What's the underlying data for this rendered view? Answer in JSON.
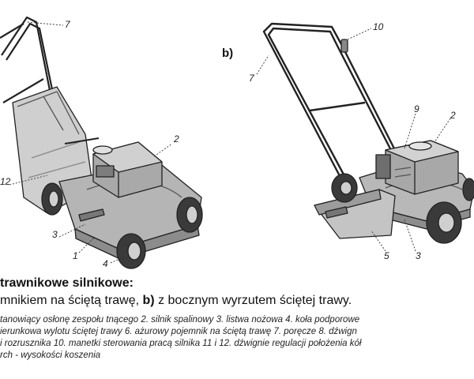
{
  "figure": {
    "panel_b_label": "b)",
    "left_mower_callouts": [
      "7",
      "2",
      "12",
      "3",
      "1",
      "4"
    ],
    "right_mower_callouts": [
      "10",
      "7",
      "9",
      "2",
      "5",
      "3"
    ]
  },
  "caption": {
    "title": "trawnikowe silnikowe:",
    "subtitle_part1": "mnikiem na ściętą trawę, ",
    "subtitle_bold": "b)",
    "subtitle_part2": " z bocznym wyrzutem ściętej trawy."
  },
  "legend": {
    "line1": "tanowiący osłonę zespołu tnącego   2. silnik spalinowy   3. listwa nożowa   4. koła podporowe",
    "line2": "ierunkowa wylotu ściętej trawy   6. ażurowy pojemnik na ściętą trawę   7. poręcze   8. dźwign",
    "line3": "i rozrusznika   10. manetki sterowania pracą silnika   11 i 12. dźwignie regulacji położenia kół",
    "line4": "rch - wysokości koszenia"
  }
}
